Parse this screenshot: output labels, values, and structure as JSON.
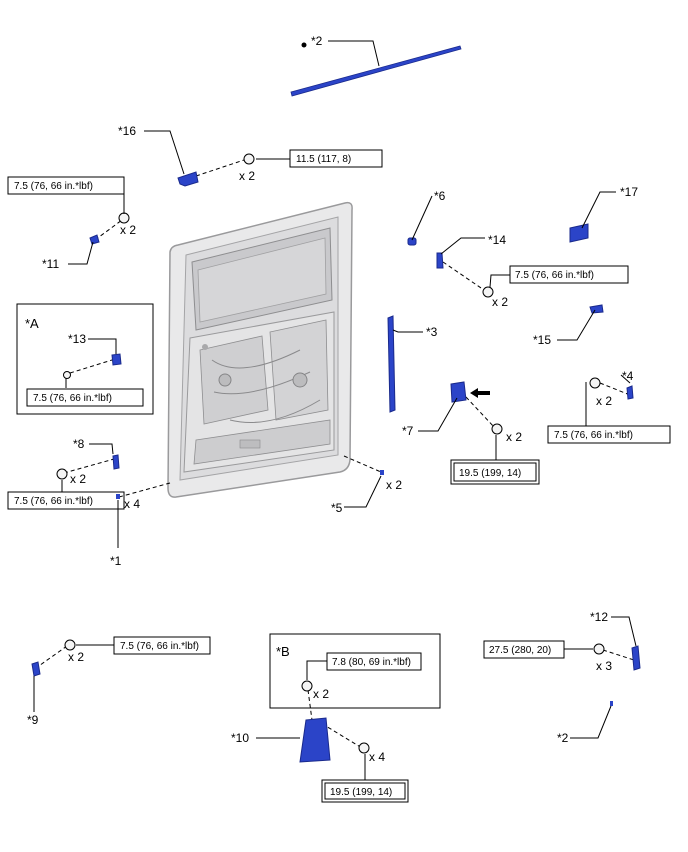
{
  "callouts": {
    "c1": "*1",
    "c2_top": "*2",
    "c2_bottom": "*2",
    "c3": "*3",
    "c4": "*4",
    "c5": "*5",
    "c6": "*6",
    "c7": "*7",
    "c8": "*8",
    "c9": "*9",
    "c10": "*10",
    "c11": "*11",
    "c12": "*12",
    "c13": "*13",
    "c14": "*14",
    "c15": "*15",
    "c16": "*16",
    "c17": "*17"
  },
  "insets": {
    "A": "*A",
    "B": "*B"
  },
  "torques": {
    "t16": "11.5 (117, 8)",
    "t11": "7.5 (76, 66 in.*lbf)",
    "t14": "7.5 (76, 66 in.*lbf)",
    "t13": "7.5 (76, 66 in.*lbf)",
    "t4": "7.5 (76, 66 in.*lbf)",
    "t7": "19.5 (199, 14)",
    "t8": "7.5 (76, 66 in.*lbf)",
    "t9": "7.5 (76, 66 in.*lbf)",
    "tB": "7.8 (80, 69 in.*lbf)",
    "t10": "19.5 (199, 14)",
    "t12": "27.5 (280, 20)"
  },
  "quantities": {
    "q16": "x 2",
    "q11": "x 2",
    "q14": "x 2",
    "q4": "x 2",
    "q7": "x 2",
    "q8": "x 2",
    "q1": "x 4",
    "q5": "x 2",
    "q9": "x 2",
    "qB": "x 2",
    "q10": "x 4",
    "q12": "x 3"
  },
  "colors": {
    "part_blue": "#2b44c8",
    "part_dark": "#1a2a8c",
    "door_fill": "#e9e9ea",
    "door_line": "#9a9a9c",
    "line": "#000000"
  }
}
